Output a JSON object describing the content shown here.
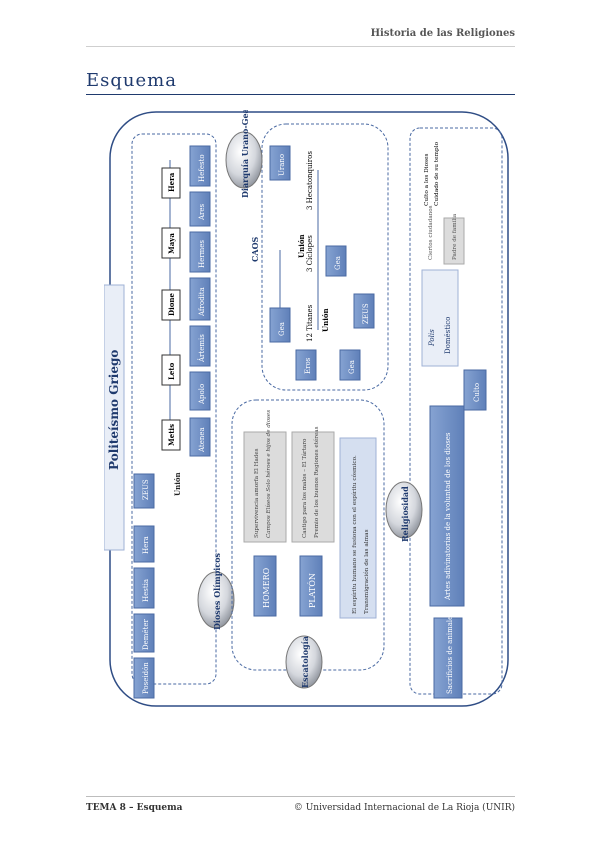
{
  "header": {
    "title": "Historia de las Religiones"
  },
  "section": {
    "title": "Esquema"
  },
  "diagram": {
    "olympus": {
      "title": "Politeísmo Griego",
      "badge": "Dioses Olímpicos",
      "siblings": [
        "Poseidón",
        "Deméter",
        "Hestia",
        "Hera"
      ],
      "zeus": "ZEUS",
      "union": "Unión",
      "partners": [
        "Metis",
        "Leto",
        "Dione",
        "Maya",
        "Hera"
      ],
      "children": [
        "Atenea",
        "Apolo",
        "Ártemis",
        "Afrodita",
        "Hermes",
        "Ares",
        "Hefesto"
      ]
    },
    "cosmogony": {
      "badge": "Diarquía Urano-Gea",
      "chaos": "CAOS",
      "union1": "Unión",
      "eros": "Eros",
      "gea1": "Gea",
      "urano": "Urano",
      "hecatonquiros": "3 Hecatonquiros",
      "ciclopes": "3 Cíclopes",
      "titanes": "12 Titanes",
      "gea2": "Gea",
      "gea3": "Gea",
      "union2": "Unión",
      "zeus": "ZEUS"
    },
    "eschatology": {
      "badge": "Escatología",
      "homero": "HOMERO",
      "platon": "PLATÓN",
      "homero_notes": [
        "Supervivencia amorfa El Hades",
        "Campos Elíseos Solo héroes e hijos de dioses"
      ],
      "platon_notes": [
        "Castigo para los malos – El Tártaro",
        "Premio de los buenos Regiones etéreas"
      ],
      "soul_note": [
        "El espíritu humano se fusiona con el espíritu cósmico.",
        "Transmigración de las almas"
      ]
    },
    "religiosity": {
      "badge": "Religiosidad",
      "sacrificios": "Sacrificios de animales",
      "artes": "Artes adivinatorias de la voluntad de los dioses",
      "culto": "Culto",
      "polis": "Polis",
      "domestico": "Doméstico",
      "ciertos": "Ciertos ciudadanos",
      "padre": "Padre de familia",
      "culto_dioses": "Culto a los Dioses",
      "cuidado_templo": "Cuidado de su templo"
    }
  },
  "footer": {
    "left": "TEMA 8 – Esquema",
    "right": "© Universidad Internacional de La Rioja (UNIR)"
  },
  "colors": {
    "box": "#6f8fc2",
    "box_dark": "#5677aa",
    "light": "#d5dff0",
    "gray": "#dedede",
    "border": "#2f4d85"
  }
}
